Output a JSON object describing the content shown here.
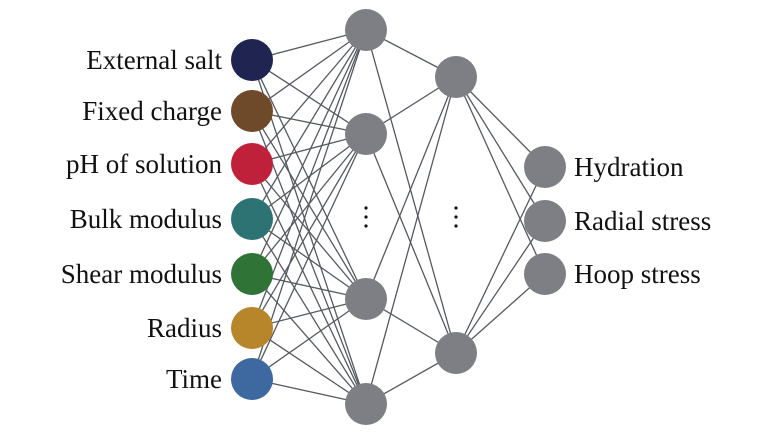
{
  "inputs": [
    {
      "label": "External salt",
      "color": "#1f2550"
    },
    {
      "label": "Fixed charge",
      "color": "#6e4a2a"
    },
    {
      "label": "pH of solution",
      "color": "#c0213a"
    },
    {
      "label": "Bulk modulus",
      "color": "#2e7373"
    },
    {
      "label": "Shear modulus",
      "color": "#2f7336"
    },
    {
      "label": "Radius",
      "color": "#b8862a"
    },
    {
      "label": "Time",
      "color": "#3e68a0"
    }
  ],
  "hidden_layer_1": {
    "visible_nodes": 4,
    "ellipsis": "⋮"
  },
  "hidden_layer_2": {
    "visible_nodes": 2,
    "ellipsis": "⋮"
  },
  "outputs": [
    {
      "label": "Hydration"
    },
    {
      "label": "Radial stress"
    },
    {
      "label": "Hoop stress"
    }
  ],
  "colors": {
    "hidden": "#7d7f84",
    "edge": "#555a60"
  }
}
